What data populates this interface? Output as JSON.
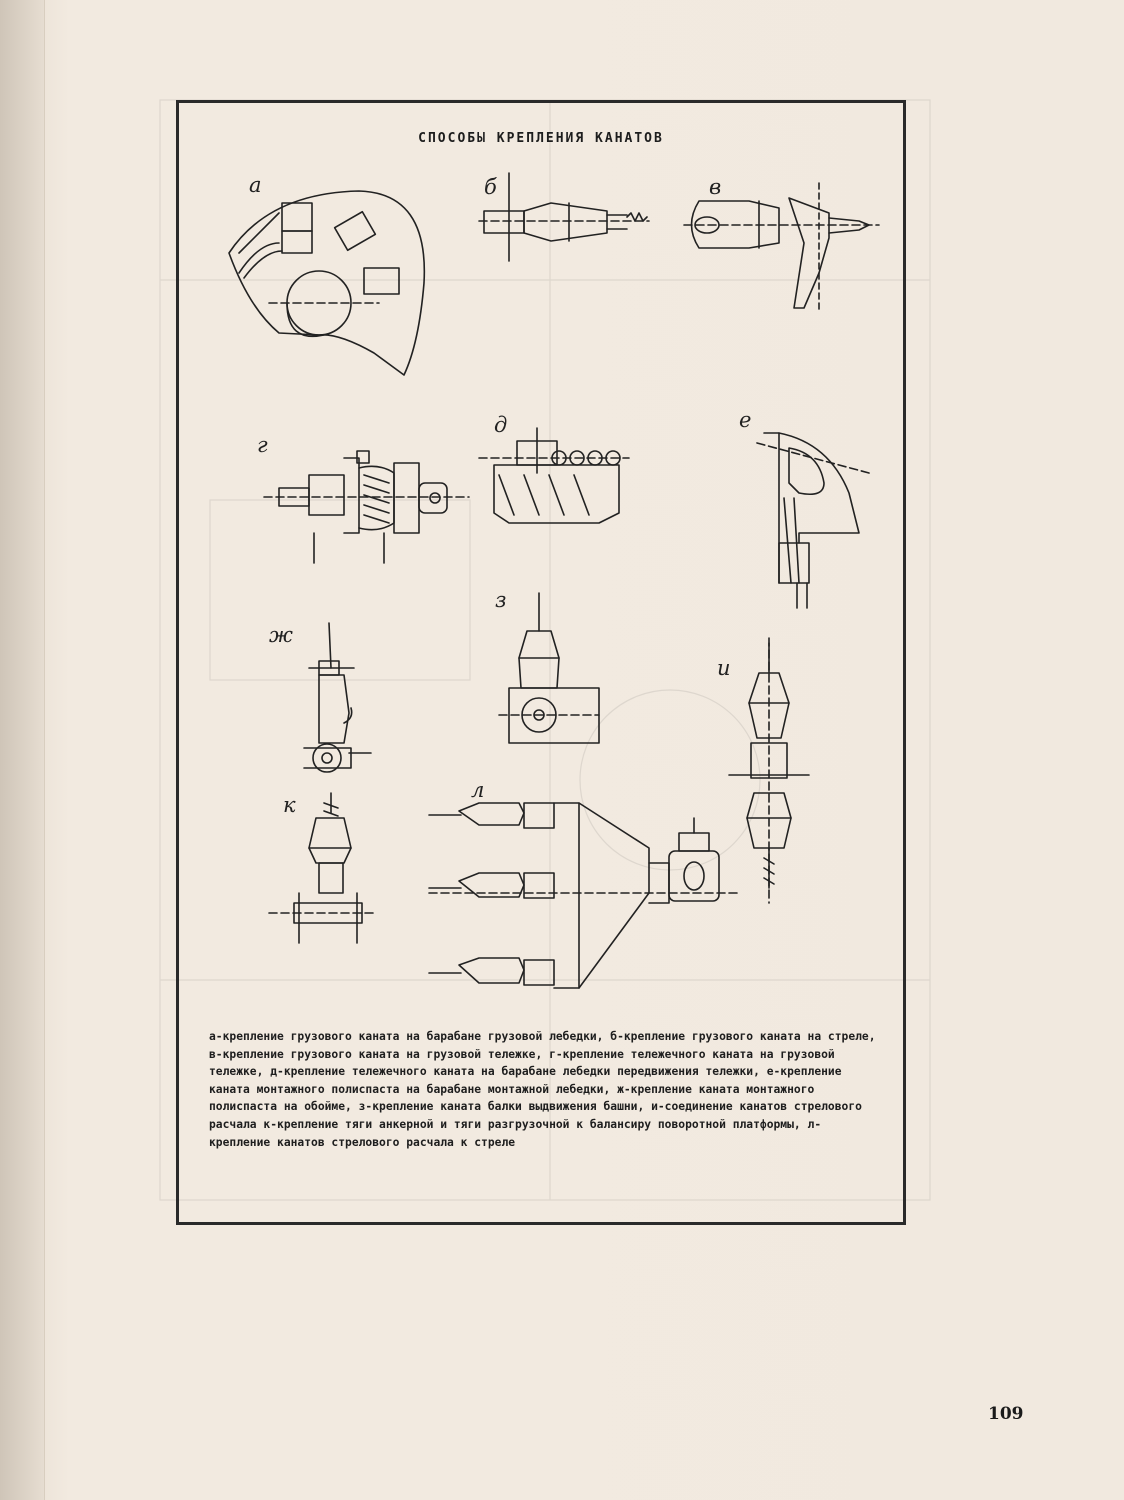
{
  "title": "СПОСОБЫ КРЕПЛЕНИЯ КАНАТОВ",
  "figure_labels": {
    "a": "а",
    "b": "б",
    "v": "в",
    "g": "г",
    "d": "д",
    "e": "е",
    "zh": "ж",
    "z": "з",
    "i": "и",
    "k": "к",
    "l": "л"
  },
  "caption": "а-крепление грузового каната на барабане грузовой лебедки, б-крепление грузового каната на стреле, в-крепление грузового каната на грузовой тележке, г-крепление тележечного каната на грузовой тележке, д-крепление тележечного каната на барабане лебедки передвижения тележки, е-крепление каната монтажного полиспаста на барабане монтажной лебедки, ж-крепление каната монтажного полиспаста на обойме, з-крепление каната балки выдвижения башни, и-соединение канатов стрелового расчала к-крепление тяги анкерной и тяги разгрузочной к балансиру поворотной платформы, л-крепление канатов стрелового расчала к стреле",
  "page_number": "109",
  "colors": {
    "paper": "#f1e9df",
    "ink": "#222222"
  }
}
